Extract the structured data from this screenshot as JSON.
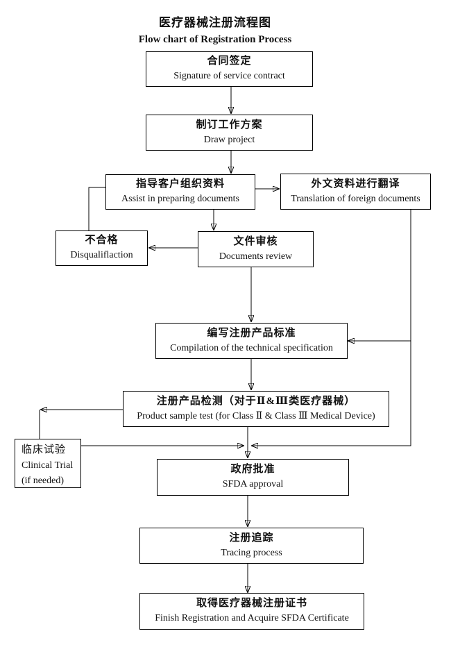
{
  "title": {
    "zh": "医疗器械注册流程图",
    "en": "Flow chart of Registration Process"
  },
  "nodes": {
    "contract": {
      "zh": "合同签定",
      "en": "Signature of service contract"
    },
    "draw_project": {
      "zh": "制订工作方案",
      "en": "Draw project"
    },
    "assist": {
      "zh": "指导客户组织资料",
      "en": "Assist in preparing documents"
    },
    "translation": {
      "zh": "外文资料进行翻译",
      "en": "Translation of foreign documents"
    },
    "disqualification": {
      "zh": "不合格",
      "en": "Disqualiflaction"
    },
    "review": {
      "zh": "文件审核",
      "en": "Documents review"
    },
    "compilation": {
      "zh": "编写注册产品标准",
      "en": "Compilation of the technical specification"
    },
    "product_test": {
      "zh": "注册产品检测（对于Ⅱ&Ⅲ类医疗器械）",
      "en": "Product sample test (for Class Ⅱ & Class Ⅲ Medical Device)"
    },
    "clinical": {
      "zh": "临床试验",
      "en": "Clinical Trial",
      "note": "(if needed)"
    },
    "sfda": {
      "zh": "政府批准",
      "en": "SFDA approval"
    },
    "tracing": {
      "zh": "注册追踪",
      "en": "Tracing process"
    },
    "certificate": {
      "zh": "取得医疗器械注册证书",
      "en": "Finish Registration and Acquire SFDA Certificate"
    }
  },
  "colors": {
    "background": "#ffffff",
    "line": "#000000",
    "box_border": "#000000",
    "text": "#111111"
  }
}
